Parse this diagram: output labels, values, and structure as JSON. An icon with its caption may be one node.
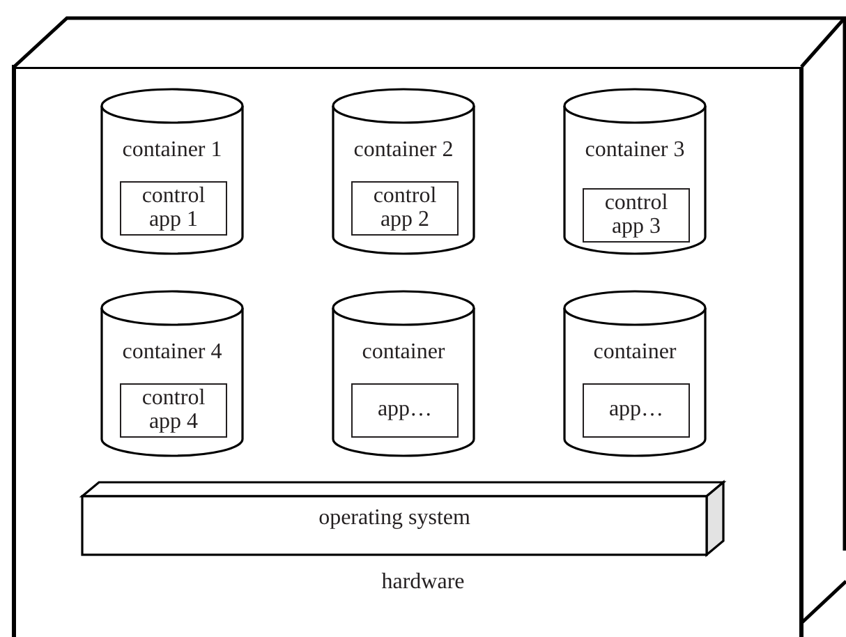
{
  "diagram": {
    "nodes": [
      {
        "text": [
          "hardware"
        ]
      },
      {
        "text": [
          "container 1"
        ],
        "in": 0
      },
      {
        "text": [
          "control app 1"
        ],
        "in": 1
      },
      {
        "text": [
          "container 2"
        ],
        "in": 0
      },
      {
        "text": [
          "control app 2"
        ],
        "in": 3
      },
      {
        "text": [
          "container 3"
        ],
        "in": 0
      },
      {
        "text": [
          "control app 3"
        ],
        "in": 5
      },
      {
        "text": [
          "container 4"
        ],
        "in": 0
      },
      {
        "text": [
          "control app 4"
        ],
        "in": 7
      },
      {
        "text": [
          "container"
        ],
        "in": 0
      },
      {
        "text": [
          "app…"
        ],
        "in": 9
      },
      {
        "text": [
          "container"
        ],
        "in": 0
      },
      {
        "text": [
          "app…"
        ],
        "in": 11
      },
      {
        "text": [
          "operating system"
        ],
        "in": 0
      }
    ]
  }
}
